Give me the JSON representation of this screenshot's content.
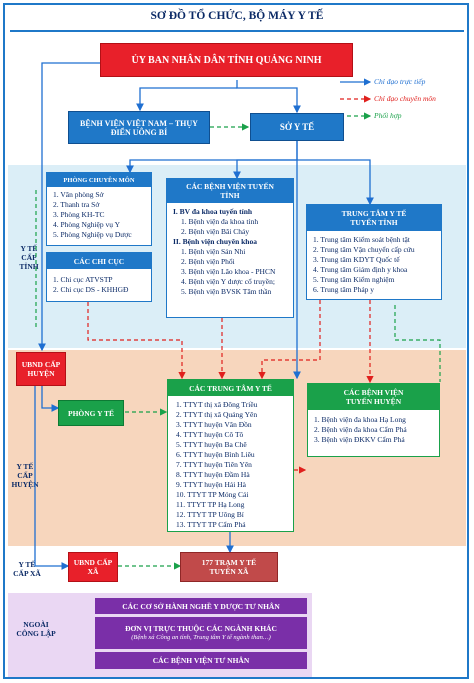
{
  "title": "SƠ ĐỒ TỔ CHỨC, BỘ MÁY Y TẾ",
  "legend": {
    "direct": {
      "label": "Chỉ đạo trực tiếp",
      "color": "#1f6fd1"
    },
    "professional": {
      "label": "Chỉ đạo chuyên môn",
      "color": "#e0201d"
    },
    "coordination": {
      "label": "Phối hợp",
      "color": "#1aa14a"
    }
  },
  "levels": {
    "province": "Y TẾ CẤP TỈNH",
    "district": "Y TẾ CẤP HUYỆN",
    "commune": "Y TẾ CẤP XÃ",
    "nonpublic": "NGOÀI CÔNG LẬP"
  },
  "ubnd_province": "ỦY BAN NHÂN DÂN TỈNH QUẢNG NINH",
  "so_yte": "SỞ Y TẾ",
  "bv_vietnam_thuydien": "BỆNH VIỆN VIỆT NAM – THỤY ĐIỂN UÔNG BÍ",
  "phong_chuyen_mon": {
    "title": "PHÒNG CHUYÊN MÔN",
    "items": [
      "1. Văn phòng Sở",
      "2. Thanh tra Sở",
      "3. Phòng KH-TC",
      "4. Phòng Nghiệp vụ Y",
      "5. Phòng Nghiệp vụ Dược"
    ]
  },
  "chi_cuc": {
    "title": "CÁC CHI CỤC",
    "items": [
      "1. Chi cục ATVSTP",
      "2. Chi cục DS - KHHGĐ"
    ]
  },
  "bv_tuyen_tinh": {
    "title": "CÁC BỆNH VIỆN TUYẾN TỈNH",
    "group1": "I. BV đa khoa tuyến tỉnh",
    "items1": [
      "1. Bệnh viện đa khoa tỉnh",
      "2. Bệnh viện Bãi Cháy"
    ],
    "group2": "II. Bệnh viện chuyên khoa",
    "items2": [
      "1. Bệnh viện Sản Nhi",
      "2. Bệnh viện Phổi",
      "3. Bệnh viện Lão khoa - PHCN",
      "4. Bệnh viện Y dược cổ truyền;",
      "5. Bệnh viện BVSK Tâm thần"
    ]
  },
  "trung_tam_tinh": {
    "title": "TRUNG TÂM Y TẾ TUYẾN TỈNH",
    "items": [
      "1. Trung tâm Kiểm soát bệnh tật",
      "2. Trung tâm Vận chuyển cấp cứu",
      "3. Trung tâm KDYT Quốc tế",
      "4. Trung tâm Giám định y khoa",
      "5. Trung tâm Kiểm nghiệm",
      "6. Trung tâm Pháp y"
    ]
  },
  "ubnd_huyen": "UBND CẤP HUYỆN",
  "phong_yte": "PHÒNG Y TẾ",
  "trung_tam_huyen": {
    "title": "CÁC TRUNG TÂM Y TẾ",
    "items": [
      "1. TTYT thị xã Đông Triều",
      "2. TTYT thị xã Quảng Yên",
      "3. TTYT huyện Vân Đồn",
      "4. TTYT huyện Cô Tô",
      "5. TTYT huyện Ba Chẽ",
      "6. TTYT huyện Bình Liêu",
      "7. TTYT huyện Tiên Yên",
      "8. TTYT huyện Đầm Hà",
      "9. TTYT huyện Hải Hà",
      "10. TTYT TP Móng Cái",
      "11. TTYT TP Hạ Long",
      "12. TTYT TP Uông Bí",
      "13. TTYT TP Cẩm Phả"
    ]
  },
  "bv_tuyen_huyen": {
    "title": "CÁC BỆNH VIỆN TUYẾN HUYỆN",
    "items": [
      "1. Bệnh viện đa khoa Hạ Long",
      "2. Bệnh viện đa khoa Cẩm Phả",
      "3. Bệnh viện ĐKKV Cẩm Phả"
    ]
  },
  "ubnd_xa": "UBND CẤP XÃ",
  "tram_yte": "177 TRẠM Y TẾ TUYẾN XÃ",
  "ngoai_cong_lap": {
    "item1": "CÁC CƠ SỞ HÀNH NGHỀ Y DƯỢC TƯ NHÂN",
    "item2_title": "ĐƠN VỊ TRỰC THUỘC CÁC NGÀNH KHÁC",
    "item2_note": "(Bệnh xá Công an tỉnh, Trung tâm Y tế ngành than…)",
    "item3": "CÁC BỆNH VIỆN TƯ NHÂN"
  }
}
